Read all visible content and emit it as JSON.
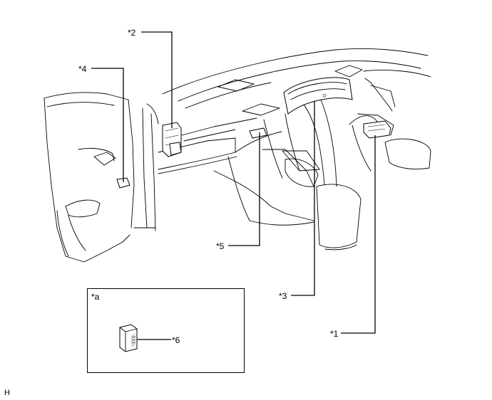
{
  "callouts": {
    "c1": "*1",
    "c2": "*2",
    "c3": "*3",
    "c4": "*4",
    "c5": "*5",
    "c6": "*6",
    "ca": "*a"
  },
  "figure_code": "H"
}
